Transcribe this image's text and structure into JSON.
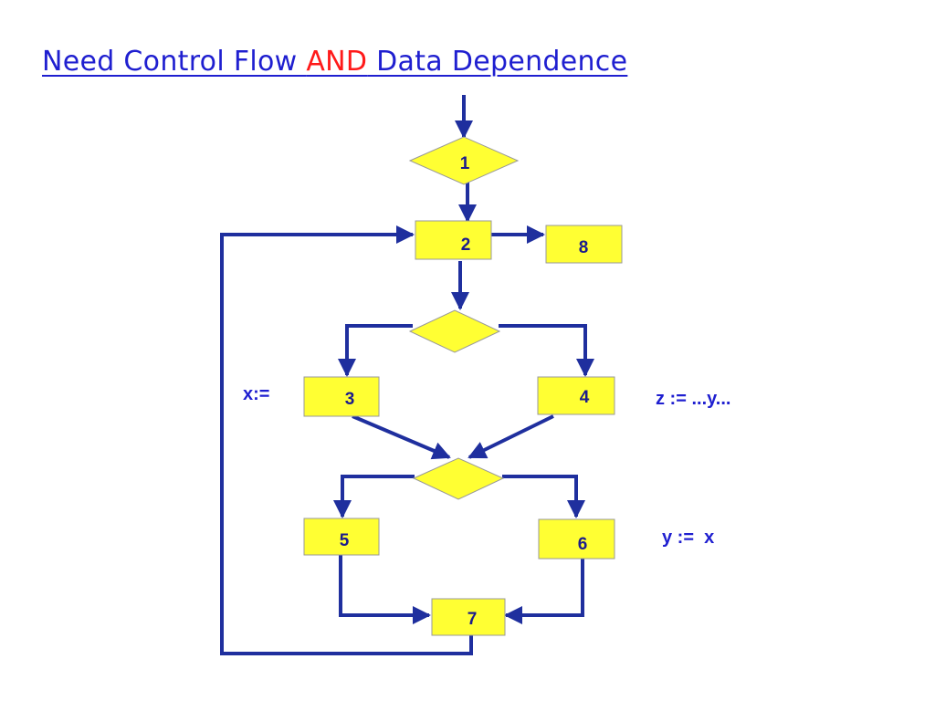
{
  "slide": {
    "title": {
      "part1": "Need Control Flow ",
      "highlight": "AND",
      "part2": " Data Dependence"
    }
  },
  "colors": {
    "title_text": "#1f1fd0",
    "title_highlight": "#ff1a1a",
    "node_fill": "#ffff33",
    "node_stroke": "#999999",
    "edge": "#1f2f9e",
    "label": "#1c1c8c",
    "annotation": "#1f1fd0"
  },
  "nodes": {
    "n1": "1",
    "n2": "2",
    "n3": "3",
    "n4": "4",
    "n5": "5",
    "n6": "6",
    "n7": "7",
    "n8": "8"
  },
  "annotations": {
    "x_assign": "x:=",
    "z_assign": "z := ...y...",
    "y_assign": "y :=  x"
  }
}
